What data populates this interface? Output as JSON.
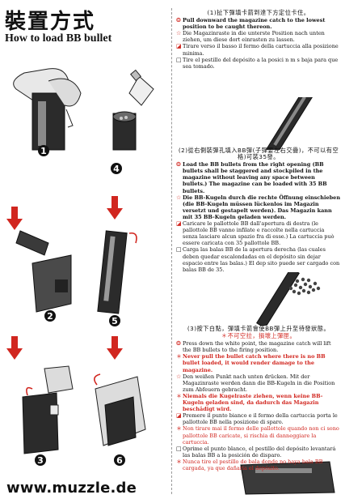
{
  "title_cn": "裝置方式",
  "title_en": "How to load BB bullet",
  "footer": "www.muzzle.de",
  "step_numbers": [
    "1",
    "2",
    "3",
    "4",
    "5",
    "6"
  ],
  "section1": {
    "heading": "(1)扯下彈填卡箭到達下方定位卡住。",
    "items": [
      {
        "mark": "o",
        "text": "Pull downward the magazine catch to the lowest position to be caught thereon.",
        "bold": true
      },
      {
        "mark": "s",
        "text": "Die Magazinraste in die unterste Position nach unten ziehen, um diese dort einrasten zu lassen.",
        "bold": false
      },
      {
        "mark": "b",
        "text": "Tirare verso il basso il fermo della cartuccia alla posizione minima.",
        "bold": false
      },
      {
        "mark": "t",
        "text": "Tire el pestillo del depósito a la posici n m s baja para que sea tomado.",
        "bold": false
      }
    ]
  },
  "section2": {
    "heading": "(2)從右側裝彈孔填入BB彈(子彈要左右交疊)，不可以有空格)可裝35發。",
    "items": [
      {
        "mark": "o",
        "text": "Load the BB bullets from the right opening (BB bullets shall be staggered and stockpiled in the magazine without leaving any space between bullets.) The magazine can be loaded with 35 BB bullets.",
        "bold": true
      },
      {
        "mark": "s",
        "text": "Die BB-Kugeln durch die rechte Öffnung einschieben (die BB-Kugeln müssen lückenlos im Magazin versetzt und gestapelt werden). Das Magazin kann mit 35 BB-Kugeln geladen werden.",
        "bold": true
      },
      {
        "mark": "b",
        "text": "Caricare le pallottole BB dall'apertura di destra (le pallottole BB vanno infilate e raccolte nella cartuccia senza lasciare alcun spazio fra di esse.) La cartuccia può essere caricata con 35 pallottole BB.",
        "bold": false
      },
      {
        "mark": "t",
        "text": "Carga las balas BB de la apertura derecha (las cuales deben quedar escalondadas en el depósito sin dejar espacio entre las balas.) El dep sito puede ser cargado con balas BB de 35.",
        "bold": false
      }
    ]
  },
  "section3": {
    "heading": "(3)按下白點，彈填卡箭會使BB彈上升至待發狀態。",
    "warn_cn": "不可空拉，損壞上彈匣。",
    "items": [
      {
        "mark": "o",
        "text": "Press down the white point, the magazine catch will lift the BB bullets to the firing position.",
        "bold": false,
        "red": false
      },
      {
        "mark": "x",
        "text": "Never pull the bullet catch where there is no BB bullet loaded, it would render damage to the magazine.",
        "bold": true,
        "red": true
      },
      {
        "mark": "s",
        "text": "Den weißen Punkt nach unten drücken. Mit der Magazinraste werden dann die BB-Kugeln in die Position zum Abfeuern gebracht.",
        "bold": false,
        "red": false
      },
      {
        "mark": "x",
        "text": "Niemals die Kugelraste ziehen, wenn keine BB-Kugeln geladen sind, da dadurch das Magazin beschädigt wird.",
        "bold": true,
        "red": true
      },
      {
        "mark": "b",
        "text": "Premere il punto bianco e il fermo della cartuccia porta le pallottole BB nella posizione di sparo.",
        "bold": false,
        "red": false
      },
      {
        "mark": "x",
        "text": "Non tirare mai il fermo delle pallottole quando non ci sono pallottole BB caricate, si rischia di danneggiare la cartuccia.",
        "bold": false,
        "red": true
      },
      {
        "mark": "t",
        "text": "Oprime el punto blanco, el pestillo del depósito levantará las balas BB a la posición de disparo.",
        "bold": false,
        "red": false
      },
      {
        "mark": "x",
        "text": "Nunca tire el pestillo de bala donde no haya bala BB cargada, ya que dañaría el depósito.",
        "bold": false,
        "red": true
      }
    ]
  },
  "colors": {
    "accent_red": "#d1261f",
    "text": "#111111"
  }
}
